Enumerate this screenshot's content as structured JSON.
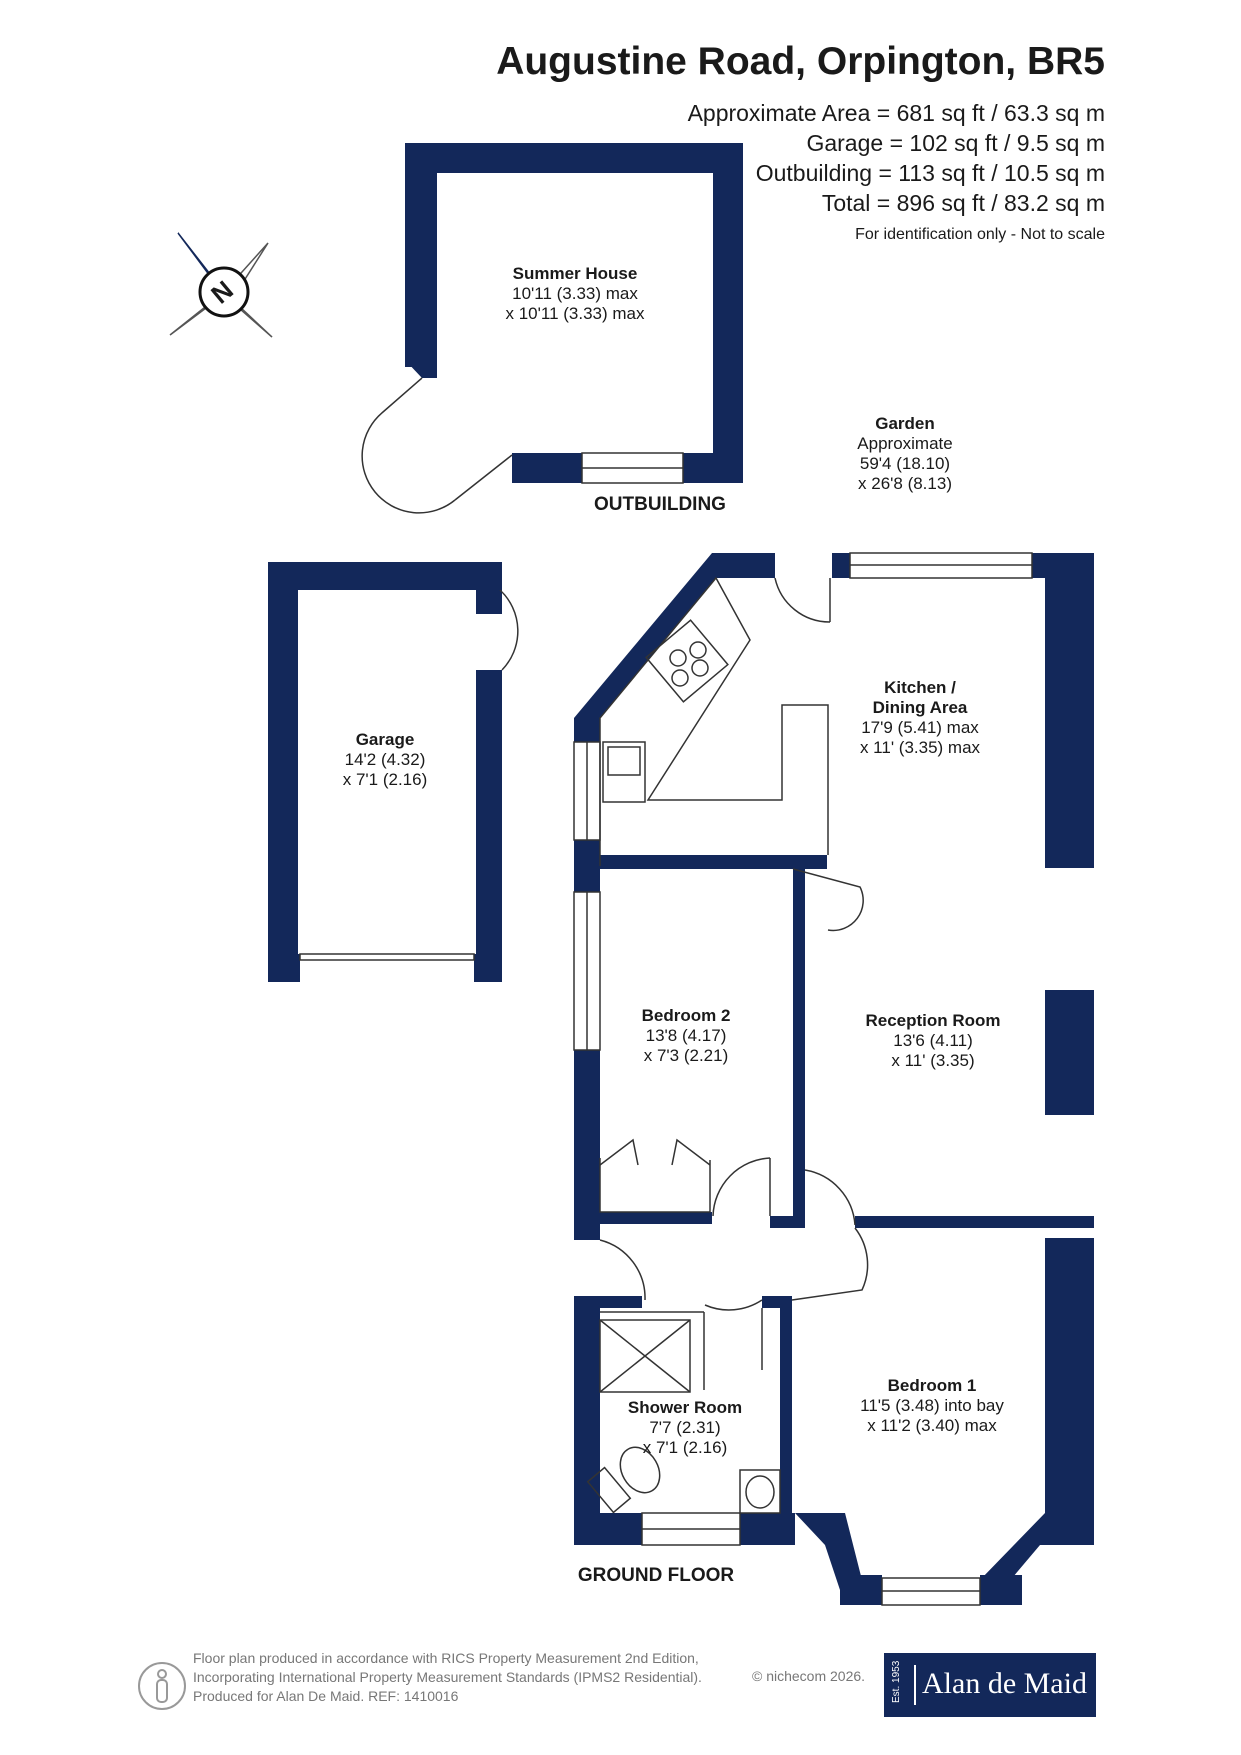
{
  "header": {
    "title": "Augustine Road, Orpington, BR5",
    "areas": [
      "Approximate Area = 681 sq ft / 63.3 sq m",
      "Garage = 102 sq ft / 9.5 sq m",
      "Outbuilding = 113 sq ft / 10.5 sq m",
      "Total = 896 sq ft / 83.2 sq m"
    ],
    "note": "For identification only - Not to scale"
  },
  "compass": {
    "letter": "N",
    "icon": "compass-icon"
  },
  "rooms": {
    "summer_house": {
      "name": "Summer House",
      "dim1": "10'11 (3.33) max",
      "dim2": "x 10'11 (3.33) max"
    },
    "garden": {
      "name": "Garden",
      "dim1": "Approximate",
      "dim2": "59'4 (18.10)",
      "dim3": "x 26'8 (8.13)"
    },
    "garage": {
      "name": "Garage",
      "dim1": "14'2 (4.32)",
      "dim2": "x 7'1 (2.16)"
    },
    "kitchen": {
      "name1": "Kitchen /",
      "name2": "Dining Area",
      "dim1": "17'9 (5.41) max",
      "dim2": "x 11' (3.35) max"
    },
    "bedroom2": {
      "name": "Bedroom 2",
      "dim1": "13'8 (4.17)",
      "dim2": "x 7'3 (2.21)"
    },
    "reception": {
      "name": "Reception Room",
      "dim1": "13'6 (4.11)",
      "dim2": "x 11' (3.35)"
    },
    "shower": {
      "name": "Shower Room",
      "dim1": "7'7 (2.31)",
      "dim2": "x 7'1 (2.16)"
    },
    "bedroom1": {
      "name": "Bedroom 1",
      "dim1": "11'5 (3.48) into bay",
      "dim2": "x 11'2 (3.40) max"
    }
  },
  "floor_labels": {
    "outbuilding": "OUTBUILDING",
    "ground": "GROUND FLOOR"
  },
  "footer": {
    "line1": "Floor plan produced in accordance with RICS Property Measurement 2nd Edition,",
    "line2": "Incorporating International Property Measurement Standards (IPMS2 Residential).",
    "line3": "Produced for Alan De Maid.   REF: 1410016",
    "copyright": "© nichecom 2026.",
    "brand_est": "Est. 1953",
    "brand_name": "Alan de Maid"
  },
  "colors": {
    "wall": "#13285a",
    "line": "#333333"
  }
}
